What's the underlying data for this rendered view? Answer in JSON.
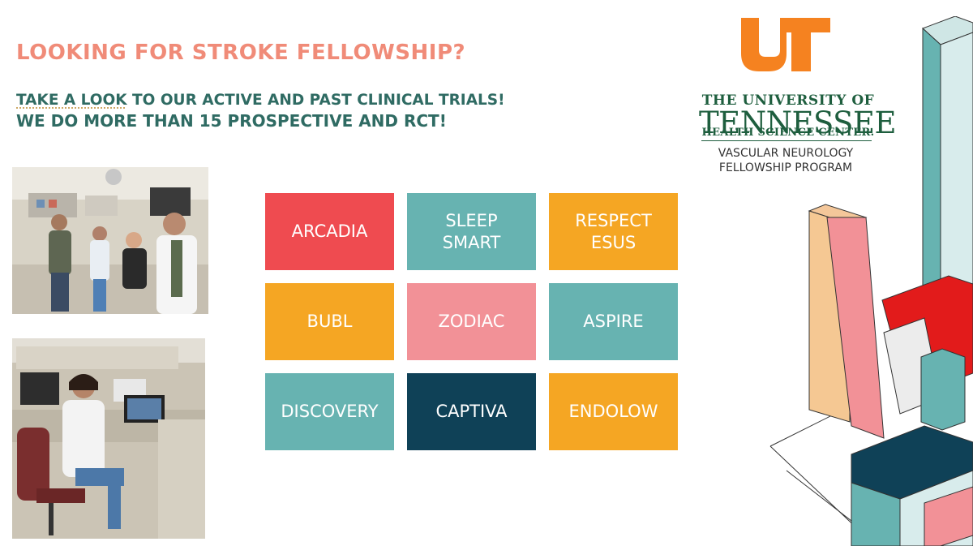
{
  "header": {
    "headline": "LOOKING FOR STROKE FELLOWSHIP?",
    "sub1_link": "TAKE A LOOK",
    "sub1_rest": " TO OUR ACTIVE AND PAST CLINICAL TRIALS!",
    "sub2": "WE DO MORE THAN 15 PROSPECTIVE AND RCT!"
  },
  "trials": [
    {
      "label": "ARCADIA",
      "color": "#ef4b50"
    },
    {
      "label": "SLEEP\nSMART",
      "color": "#67b3b1"
    },
    {
      "label": "RESPECT\nESUS",
      "color": "#f5a623"
    },
    {
      "label": "BUBL",
      "color": "#f5a623"
    },
    {
      "label": "ZODIAC",
      "color": "#f29197"
    },
    {
      "label": "ASPIRE",
      "color": "#67b3b1"
    },
    {
      "label": "DISCOVERY",
      "color": "#67b3b1"
    },
    {
      "label": "CAPTIVA",
      "color": "#0f4157"
    },
    {
      "label": "ENDOLOW",
      "color": "#f5a623"
    }
  ],
  "logo": {
    "line1": "THE UNIVERSITY OF",
    "line2": "TENNESSEE",
    "line3": "HEALTH SCIENCE CENTER.",
    "line4": "VASCULAR NEUROLOGY",
    "line5": "FELLOWSHIP PROGRAM",
    "mark_color": "#f58220",
    "text_color": "#1e5e3e"
  },
  "colors": {
    "headline": "#f08b78",
    "subheading": "#2f6b63"
  },
  "photos": {
    "photo1_icon": "team-photo",
    "photo2_icon": "fellow-at-workstation-photo"
  }
}
